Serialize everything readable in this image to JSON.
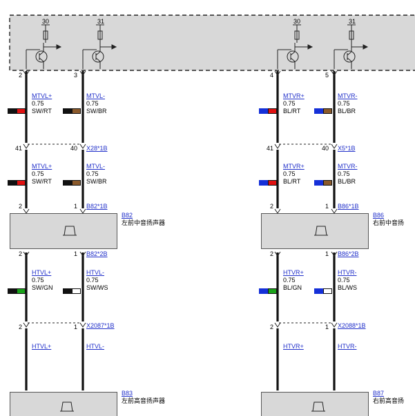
{
  "module": {
    "ground_top_left": "30",
    "ground_top_right": "31"
  },
  "left": {
    "pins_top": [
      "2",
      "3"
    ],
    "seg1": {
      "wire_a": "MTVL+",
      "wire_b": "MTVL-",
      "size": "0.75",
      "color_a": "SW/RT",
      "color_b": "SW/BR"
    },
    "conn1": {
      "pin_a": "41",
      "pin_b": "40",
      "name": "X28*1B"
    },
    "seg2": {
      "wire_a": "MTVL+",
      "wire_b": "MTVL-",
      "size": "0.75",
      "color_a": "SW/RT",
      "color_b": "SW/BR"
    },
    "conn2": {
      "pin_a": "2",
      "pin_b": "1",
      "name": "B82*1B"
    },
    "comp1": {
      "id": "B82",
      "desc": "左前中音扬声器"
    },
    "conn3": {
      "pin_a": "2",
      "pin_b": "1",
      "name": "B82*2B"
    },
    "seg3": {
      "wire_a": "HTVL+",
      "wire_b": "HTVL-",
      "size": "0.75",
      "color_a": "SW/GN",
      "color_b": "SW/WS"
    },
    "conn4": {
      "pin_a": "2",
      "pin_b": "1",
      "name": "X2087*1B"
    },
    "seg4": {
      "wire_a": "HTVL+",
      "wire_b": "HTVL-"
    },
    "comp2": {
      "id": "B83",
      "desc": "左前高音扬声器"
    }
  },
  "right": {
    "pins_top": [
      "4",
      "5"
    ],
    "seg1": {
      "wire_a": "MTVR+",
      "wire_b": "MTVR-",
      "size": "0.75",
      "color_a": "BL/RT",
      "color_b": "BL/BR"
    },
    "conn1": {
      "pin_a": "41",
      "pin_b": "40",
      "name": "X5*1B"
    },
    "seg2": {
      "wire_a": "MTVR+",
      "wire_b": "MTVR-",
      "size": "0.75",
      "color_a": "BL/RT",
      "color_b": "BL/BR"
    },
    "conn2": {
      "pin_a": "2",
      "pin_b": "1",
      "name": "B86*1B"
    },
    "comp1": {
      "id": "B86",
      "desc": "右前中音扬"
    },
    "conn3": {
      "pin_a": "2",
      "pin_b": "1",
      "name": "B86*2B"
    },
    "seg3": {
      "wire_a": "HTVR+",
      "wire_b": "HTVR-",
      "size": "0.75",
      "color_a": "BL/GN",
      "color_b": "BL/WS"
    },
    "conn4": {
      "pin_a": "2",
      "pin_b": "1",
      "name": "X2088*1B"
    },
    "seg4": {
      "wire_a": "HTVR+",
      "wire_b": "HTVR-"
    },
    "comp2": {
      "id": "B87",
      "desc": "右前高音扬"
    }
  },
  "colors": {
    "black": "#111111",
    "red": "#e01010",
    "brown": "#8b5a2b",
    "blue": "#1530d8",
    "green": "#19a319",
    "white": "#ffffff",
    "link": "#1f2ec9",
    "module_fill": "#d8d8d8"
  },
  "icons": {
    "transistor": "transistor-icon",
    "speaker": "speaker-icon",
    "resistor": "resistor-icon"
  }
}
